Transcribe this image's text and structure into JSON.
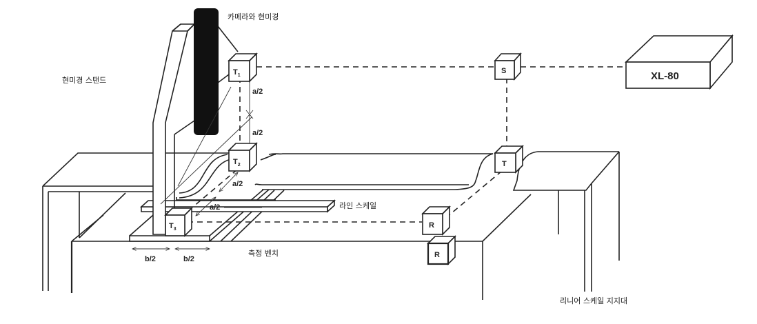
{
  "labels": {
    "camera_microscope": "카메라와 현미경",
    "microscope_stand": "현미경 스탠드",
    "line_scale": "라인 스케일",
    "measuring_bench": "측정 벤치",
    "linear_scale_support": "리니어 스케일 지지대"
  },
  "targets": {
    "t1": {
      "main": "T",
      "sub": "1"
    },
    "t2": {
      "main": "T",
      "sub": "2"
    },
    "t3": {
      "main": "T",
      "sub": "3"
    },
    "s": "S",
    "t": "T",
    "r_upper": "R",
    "r_lower": "R"
  },
  "instrument": "XL-80",
  "dimensions": {
    "a_half": "a/2",
    "b_half": "b/2"
  }
}
